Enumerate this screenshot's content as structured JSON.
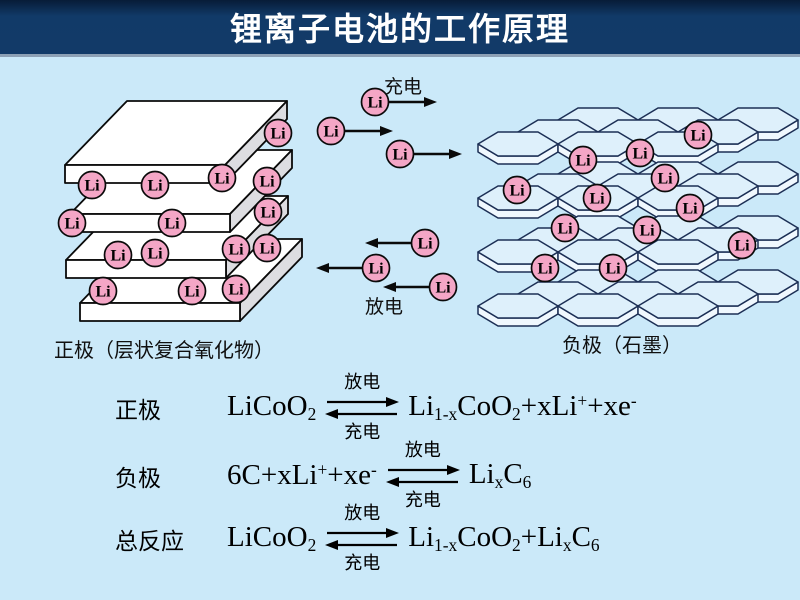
{
  "title": "锂离子电池的工作原理",
  "diagram": {
    "li_label": "Li",
    "charge_label": "充电",
    "discharge_label": "放电",
    "cathode_caption": "正极（层状复合氧化物）",
    "anode_caption": "负极（石墨）",
    "colors": {
      "background": "#cbe9f9",
      "title_bar": "#123a68",
      "title_text": "#ffffff",
      "li_fill": "#f4a6c6",
      "outline": "#0a0a0a",
      "plate_top": "#ffffff",
      "plate_side": "#dddde1",
      "hex_stroke": "#1c2f55",
      "hex_top": "#def0fb",
      "hex_side": "#f0f8fe"
    }
  },
  "equations": [
    {
      "label": "正极",
      "left": [
        {
          "t": "LiCoO"
        },
        {
          "t": "2",
          "s": "sub"
        }
      ],
      "top": "放电",
      "bottom": "充电",
      "right": [
        {
          "t": "Li"
        },
        {
          "t": "1-x",
          "s": "sub"
        },
        {
          "t": "CoO"
        },
        {
          "t": "2",
          "s": "sub"
        },
        {
          "t": "+xLi"
        },
        {
          "t": "+",
          "s": "sup"
        },
        {
          "t": "+xe"
        },
        {
          "t": "-",
          "s": "sup"
        }
      ]
    },
    {
      "label": "负极",
      "left": [
        {
          "t": "6C+xLi"
        },
        {
          "t": "+",
          "s": "sup"
        },
        {
          "t": "+xe"
        },
        {
          "t": "-",
          "s": "sup"
        }
      ],
      "top": "放电",
      "bottom": "充电",
      "right": [
        {
          "t": "Li"
        },
        {
          "t": "x",
          "s": "sub"
        },
        {
          "t": "C"
        },
        {
          "t": "6",
          "s": "sub"
        }
      ]
    },
    {
      "label": "总反应",
      "left": [
        {
          "t": "LiCoO"
        },
        {
          "t": "2",
          "s": "sub"
        }
      ],
      "top": "放电",
      "bottom": "充电",
      "right": [
        {
          "t": "Li"
        },
        {
          "t": "1-x",
          "s": "sub"
        },
        {
          "t": "CoO"
        },
        {
          "t": "2",
          "s": "sub"
        },
        {
          "t": "+Li"
        },
        {
          "t": "x",
          "s": "sub"
        },
        {
          "t": "C"
        },
        {
          "t": "6",
          "s": "sub"
        }
      ]
    }
  ]
}
